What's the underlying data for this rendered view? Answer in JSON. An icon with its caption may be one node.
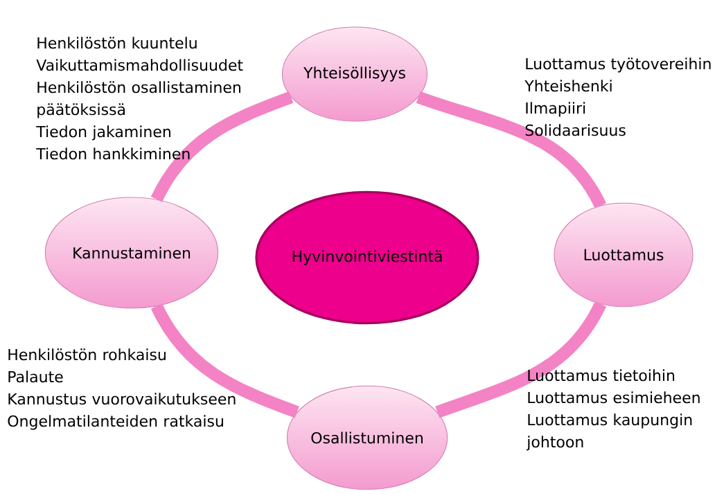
{
  "diagram": {
    "nodes": [
      {
        "text": [
          "Yhteisöllisyys"
        ]
      },
      {
        "text": [
          "Kannustaminen"
        ]
      },
      {
        "text": [
          "Hyvinvointiviestintä"
        ]
      },
      {
        "text": [
          "Luottamus"
        ]
      },
      {
        "text": [
          "Osallistuminen"
        ]
      }
    ],
    "edges": [
      {
        "from": 0,
        "to": 3,
        "arrow": "none"
      },
      {
        "from": 3,
        "to": 4,
        "arrow": "none"
      },
      {
        "from": 4,
        "to": 1,
        "arrow": "none"
      },
      {
        "from": 1,
        "to": 0,
        "arrow": "none"
      }
    ],
    "labels": [
      "Henkilöstön kuuntelu",
      "Vaikuttamismahdollisuudet",
      "Henkilöstön osallistaminen päätöksissä",
      "Tiedon jakaminen",
      "Tiedon hankkiminen",
      "Luottamus työtovereihin",
      "Yhteishenki",
      "Ilmapiiri",
      "Solidaarisuus",
      "Henkilöstön rohkaisu",
      "Palaute",
      "Kannustus vuorovaikutukseen",
      "Ongelmatilanteiden ratkaisu",
      "Luottamus tietoihin",
      "Luottamus esimieheen",
      "Luottamus kaupungin johtoon"
    ]
  }
}
